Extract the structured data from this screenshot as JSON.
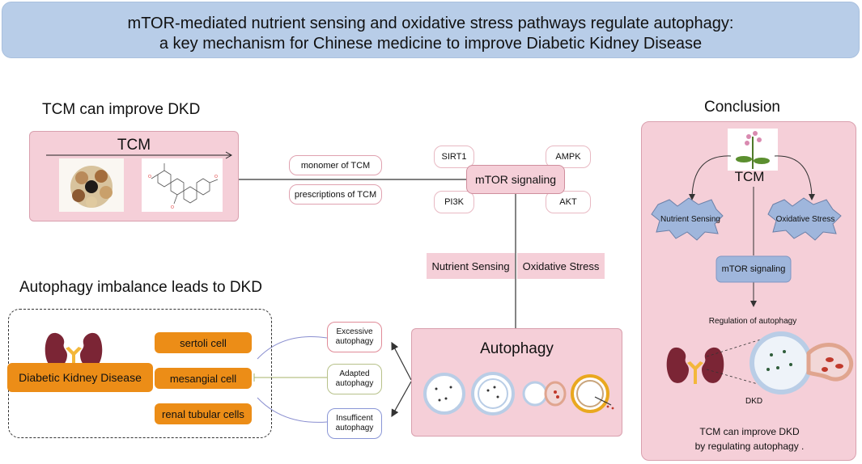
{
  "title": {
    "line1": "mTOR-mediated nutrient sensing and oxidative stress pathways regulate autophagy:",
    "line2": "a key mechanism for Chinese medicine to improve Diabetic Kidney Disease"
  },
  "left_top": {
    "heading": "TCM can improve DKD",
    "box_label": "TCM",
    "monomer": "monomer of TCM",
    "prescriptions": "prescriptions of TCM"
  },
  "center": {
    "mtor": "mTOR signaling",
    "sirt1": "SIRT1",
    "ampk": "AMPK",
    "pi3k": "PI3K",
    "akt": "AKT",
    "nutrient": "Nutrient Sensing",
    "oxidative": "Oxidative Stress",
    "autophagy": "Autophagy"
  },
  "left_bottom": {
    "heading": "Autophagy imbalance leads to DKD",
    "disease": "Diabetic Kidney Disease",
    "cells": [
      "sertoli cell",
      "mesangial cell",
      "renal tubular cells"
    ],
    "excessive": [
      "Excessive",
      "autophagy"
    ],
    "adapted": [
      "Adapted",
      "autophagy"
    ],
    "insufficient": [
      "Insufficent",
      "autophagy"
    ]
  },
  "conclusion": {
    "heading": "Conclusion",
    "tcm": "TCM",
    "nutrient": "Nutrient Sensing",
    "oxidative": "Oxidative Stress",
    "mtor": "mTOR signaling",
    "regulation": "Regulation of autophagy",
    "dkd": "DKD",
    "summary1": "TCM can improve DKD",
    "summary2": "by regulating autophagy ."
  },
  "colors": {
    "banner": "#b8cde8",
    "pink": "#f5cfd8",
    "orange": "#ec8d17",
    "blue_box": "#9fb6dc",
    "kidney": "#7b2535"
  }
}
